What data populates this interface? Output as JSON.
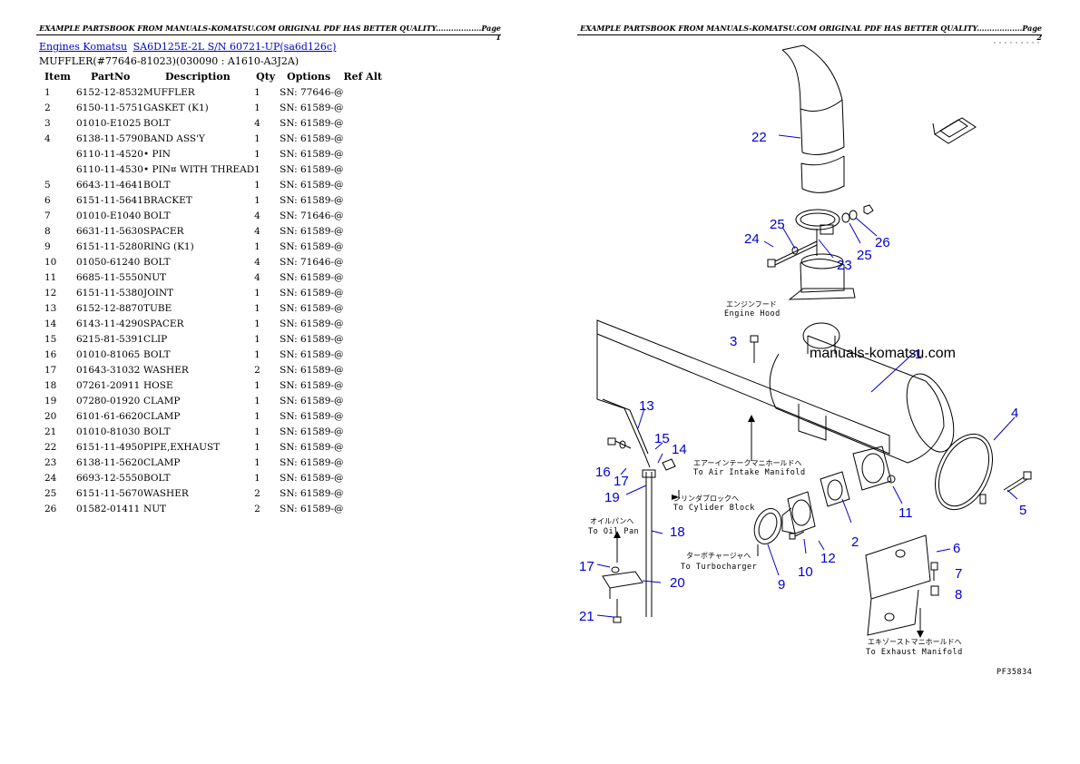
{
  "header": {
    "page1": "EXAMPLE PARTSBOOK FROM MANUALS-KOMATSU.COM ORIGINAL PDF HAS BETTER QUALITY..................Page 1",
    "page2": "EXAMPLE PARTSBOOK FROM MANUALS-KOMATSU.COM ORIGINAL PDF HAS BETTER QUALITY..................Page 2"
  },
  "breadcrumb": {
    "link1": "Engines Komatsu",
    "link2": "SA6D125E-2L S/N 60721-UP(sa6d126c)"
  },
  "subtitle": "MUFFLER(#77646-81023)(030090 : A1610-A3J2A)",
  "table": {
    "headers": [
      "Item",
      "PartNo",
      "Description",
      "Qty",
      "Options",
      "Ref Alt"
    ],
    "rows": [
      [
        "1",
        "6152-12-8532",
        "MUFFLER",
        "1",
        "SN: 77646-@",
        ""
      ],
      [
        "2",
        "6150-11-5751",
        "GASKET (K1)",
        "1",
        "SN: 61589-@",
        ""
      ],
      [
        "3",
        "01010-E1025",
        "BOLT",
        "4",
        "SN: 61589-@",
        ""
      ],
      [
        "4",
        "6138-11-5790",
        "BAND ASS'Y",
        "1",
        "SN: 61589-@",
        ""
      ],
      [
        "",
        "6110-11-4520",
        "• PIN",
        "1",
        "SN: 61589-@",
        ""
      ],
      [
        "",
        "6110-11-4530",
        "• PIN¤ WITH THREAD",
        "1",
        "SN: 61589-@",
        ""
      ],
      [
        "5",
        "6643-11-4641",
        "BOLT",
        "1",
        "SN: 61589-@",
        ""
      ],
      [
        "6",
        "6151-11-5641",
        "BRACKET",
        "1",
        "SN: 61589-@",
        ""
      ],
      [
        "7",
        "01010-E1040",
        "BOLT",
        "4",
        "SN: 71646-@",
        ""
      ],
      [
        "8",
        "6631-11-5630",
        "SPACER",
        "4",
        "SN: 61589-@",
        ""
      ],
      [
        "9",
        "6151-11-5280",
        "RING (K1)",
        "1",
        "SN: 61589-@",
        ""
      ],
      [
        "10",
        "01050-61240",
        "BOLT",
        "4",
        "SN: 71646-@",
        ""
      ],
      [
        "11",
        "6685-11-5550",
        "NUT",
        "4",
        "SN: 61589-@",
        ""
      ],
      [
        "12",
        "6151-11-5380",
        "JOINT",
        "1",
        "SN: 61589-@",
        ""
      ],
      [
        "13",
        "6152-12-8870",
        "TUBE",
        "1",
        "SN: 61589-@",
        ""
      ],
      [
        "14",
        "6143-11-4290",
        "SPACER",
        "1",
        "SN: 61589-@",
        ""
      ],
      [
        "15",
        "6215-81-5391",
        "CLIP",
        "1",
        "SN: 61589-@",
        ""
      ],
      [
        "16",
        "01010-81065",
        "BOLT",
        "1",
        "SN: 61589-@",
        ""
      ],
      [
        "17",
        "01643-31032",
        "WASHER",
        "2",
        "SN: 61589-@",
        ""
      ],
      [
        "18",
        "07261-20911",
        "HOSE",
        "1",
        "SN: 61589-@",
        ""
      ],
      [
        "19",
        "07280-01920",
        "CLAMP",
        "1",
        "SN: 61589-@",
        ""
      ],
      [
        "20",
        "6101-61-6620",
        "CLAMP",
        "1",
        "SN: 61589-@",
        ""
      ],
      [
        "21",
        "01010-81030",
        "BOLT",
        "1",
        "SN: 61589-@",
        ""
      ],
      [
        "22",
        "6151-11-4950",
        "PIPE,EXHAUST",
        "1",
        "SN: 61589-@",
        ""
      ],
      [
        "23",
        "6138-11-5620",
        "CLAMP",
        "1",
        "SN: 61589-@",
        ""
      ],
      [
        "24",
        "6693-12-5550",
        "BOLT",
        "1",
        "SN: 61589-@",
        ""
      ],
      [
        "25",
        "6151-11-5670",
        "WASHER",
        "2",
        "SN: 61589-@",
        ""
      ],
      [
        "26",
        "01582-01411",
        "NUT",
        "2",
        "SN: 61589-@",
        ""
      ]
    ]
  },
  "diagram": {
    "watermark": "manuals-komatsu.com",
    "figure_code": "PF35834",
    "labels": {
      "engine_hood_jp": "エンジンフード",
      "engine_hood_en": "Engine Hood",
      "air_intake_jp": "エアーインテークマニホールドへ",
      "air_intake_en": "To Air Intake Manifold",
      "cylinder_block_jp": "シリンダブロックへ",
      "cylinder_block_en": "To Cylider Block",
      "oil_pan_jp": "オイルパンへ",
      "oil_pan_en": "To Oil Pan",
      "turbo_jp": "ターボチャージャへ",
      "turbo_en": "To Turbocharger",
      "exhaust_jp": "エキゾーストマニホールドへ",
      "exhaust_en": "To Exhaust Manifold"
    },
    "callouts": [
      "1",
      "2",
      "3",
      "4",
      "5",
      "6",
      "7",
      "8",
      "9",
      "10",
      "11",
      "12",
      "13",
      "14",
      "15",
      "16",
      "17",
      "17",
      "19",
      "18",
      "20",
      "21",
      "22",
      "23",
      "24",
      "25",
      "25",
      "26"
    ]
  }
}
